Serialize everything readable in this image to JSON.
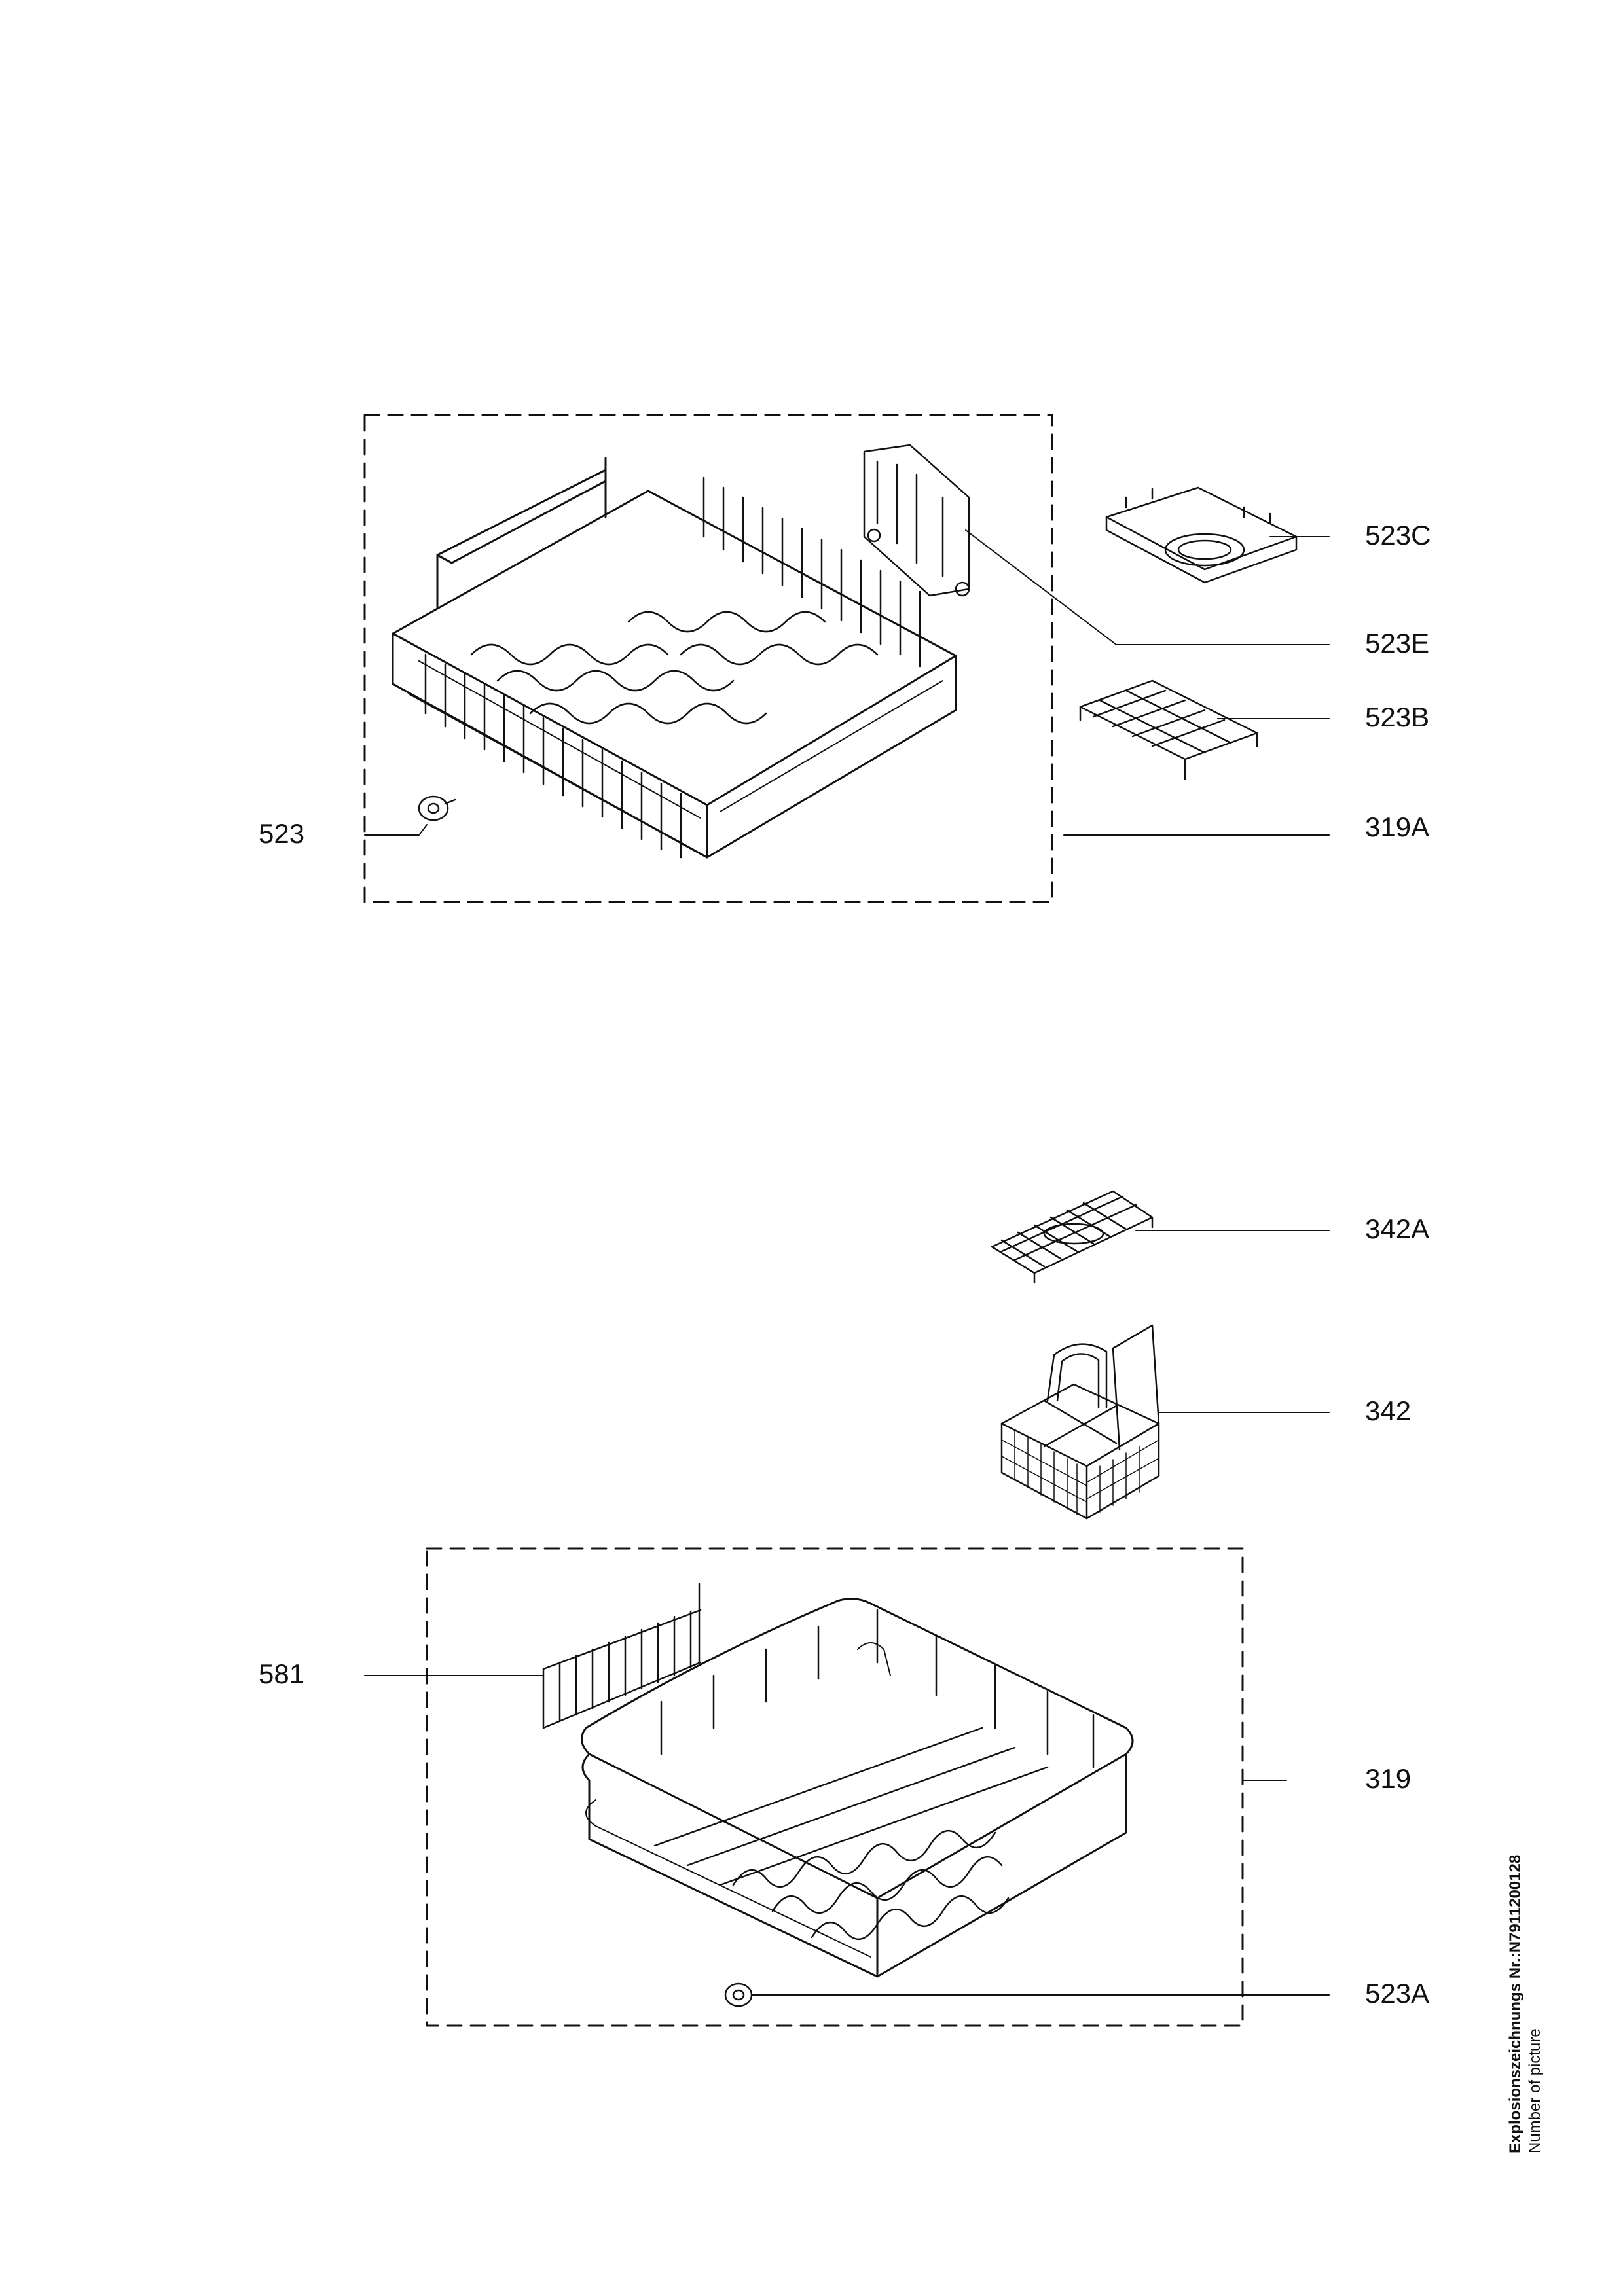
{
  "callouts": {
    "c523C": "523C",
    "c523E": "523E",
    "c523B": "523B",
    "c523": "523",
    "c319A": "319A",
    "c342A": "342A",
    "c342": "342",
    "c581": "581",
    "c319": "319",
    "c523A": "523A"
  },
  "picture_number": {
    "label": "Explosionszeichnungs Nr.:N7911200128",
    "caption": "Number of picture"
  }
}
